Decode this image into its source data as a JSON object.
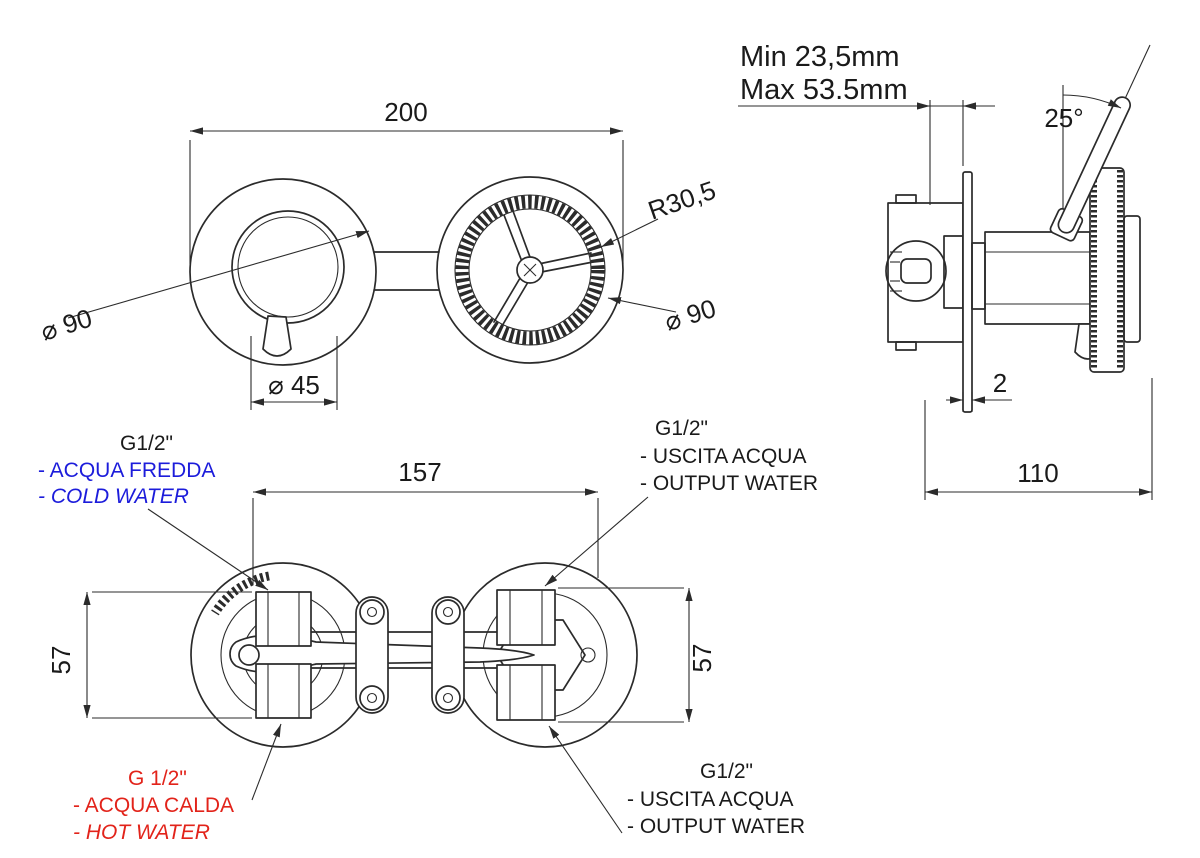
{
  "drawing": {
    "type": "technical-drawing-shower-mixer",
    "colors": {
      "line": "#2b2b2b",
      "text": "#1a1a1a",
      "cold_blue": "#1c1cdb",
      "hot_red": "#e2231a"
    }
  },
  "front_view": {
    "width_dim": "200",
    "left_diameter": "⌀ 90",
    "right_diameter": "⌀ 90",
    "wheel_radius": "R30,5",
    "knob_diameter": "⌀ 45"
  },
  "side_view": {
    "depth_min": "Min 23,5mm",
    "depth_max": "Max 53.5mm",
    "lever_angle": "25°",
    "plate_thickness": "2",
    "body_depth": "110"
  },
  "rear_view": {
    "centers_dim": "157",
    "left_height": "57",
    "right_height": "57"
  },
  "connections": {
    "cold": {
      "thread": "G1/2\"",
      "name": "- ACQUA FREDDA",
      "translation": "- COLD WATER"
    },
    "output_top": {
      "thread": "G1/2\"",
      "name": "- USCITA ACQUA",
      "translation": "- OUTPUT WATER"
    },
    "hot": {
      "thread": "G 1/2\"",
      "name": "- ACQUA CALDA",
      "translation": "- HOT WATER"
    },
    "output_bottom": {
      "thread": "G1/2\"",
      "name": "- USCITA ACQUA",
      "translation": "- OUTPUT WATER"
    }
  }
}
